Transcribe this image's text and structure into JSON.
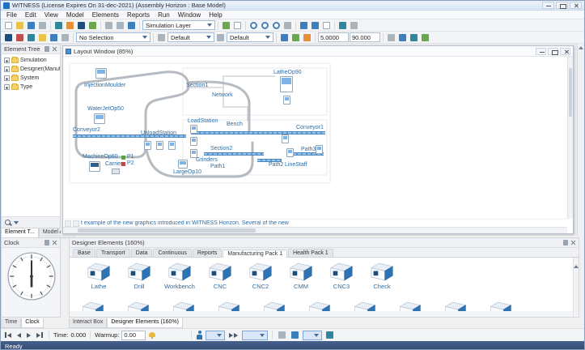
{
  "titlebar": {
    "title": "WITNESS (License Expires On 31-dec-2021) (Assembly Horizon : Base Model)"
  },
  "menu": {
    "items": [
      "File",
      "Edit",
      "View",
      "Model",
      "Elements",
      "Reports",
      "Run",
      "Window",
      "Help"
    ]
  },
  "toolbar1": {
    "layer_select": "Simulation Layer"
  },
  "toolbar2": {
    "selection_select": "No Selection",
    "font_style_select": "Default",
    "line_style_select": "Default",
    "scale_value": "5.0000",
    "angle_value": "90.000"
  },
  "element_tree": {
    "title": "Element Tree",
    "items": [
      "Simulation",
      "Designer(Manufactu...",
      "System",
      "Type"
    ]
  },
  "left_tabs": {
    "items": [
      "Element T...",
      "Model As..."
    ]
  },
  "layout_window": {
    "title": "Layout Window (85%)",
    "caption": "t example of the new graphics introduced in WITNESS Horizon. Several of the new",
    "machines": [
      "InjectionMoulder",
      "Section1",
      "Network",
      "LatheOp90",
      "WaterJetOp50",
      "Conveyor2",
      "UnloadStation",
      "LoadStation",
      "Bench",
      "Conveyor1",
      "Section2",
      "Path3",
      "MachineOp60",
      "Carrier",
      "Grinders",
      "Path1",
      "Path2",
      "LineStaff",
      "LargeOp10"
    ],
    "legend": {
      "p1": "P1",
      "p2": "P2"
    }
  },
  "clock": {
    "title": "Clock"
  },
  "bottom_left_tabs": {
    "items": [
      "Time",
      "Clock"
    ]
  },
  "designer": {
    "title": "Designer Elements (160%)",
    "tabs": [
      "Base",
      "Transport",
      "Data",
      "Continuous",
      "Reports",
      "Manufacturing Pack 1",
      "Health Pack 1"
    ],
    "items": [
      "Lathe",
      "Drill",
      "Workbench",
      "CNC",
      "CNC2",
      "CMM",
      "CNC3",
      "Check"
    ]
  },
  "bottom_tabs": {
    "items": [
      "Interact Box",
      "Designer Elements (160%)"
    ]
  },
  "time_bar": {
    "time_label": "Time:",
    "time_value": "0.000",
    "warmup_label": "Warmup:",
    "warmup_value": "0.00"
  },
  "status_bar": {
    "text": "Ready"
  },
  "colors": {
    "accent": "#2e74b5",
    "conveyor": "#5b9bd5",
    "canvas_label": "#2e6da4",
    "folder": "#f7d26a"
  }
}
